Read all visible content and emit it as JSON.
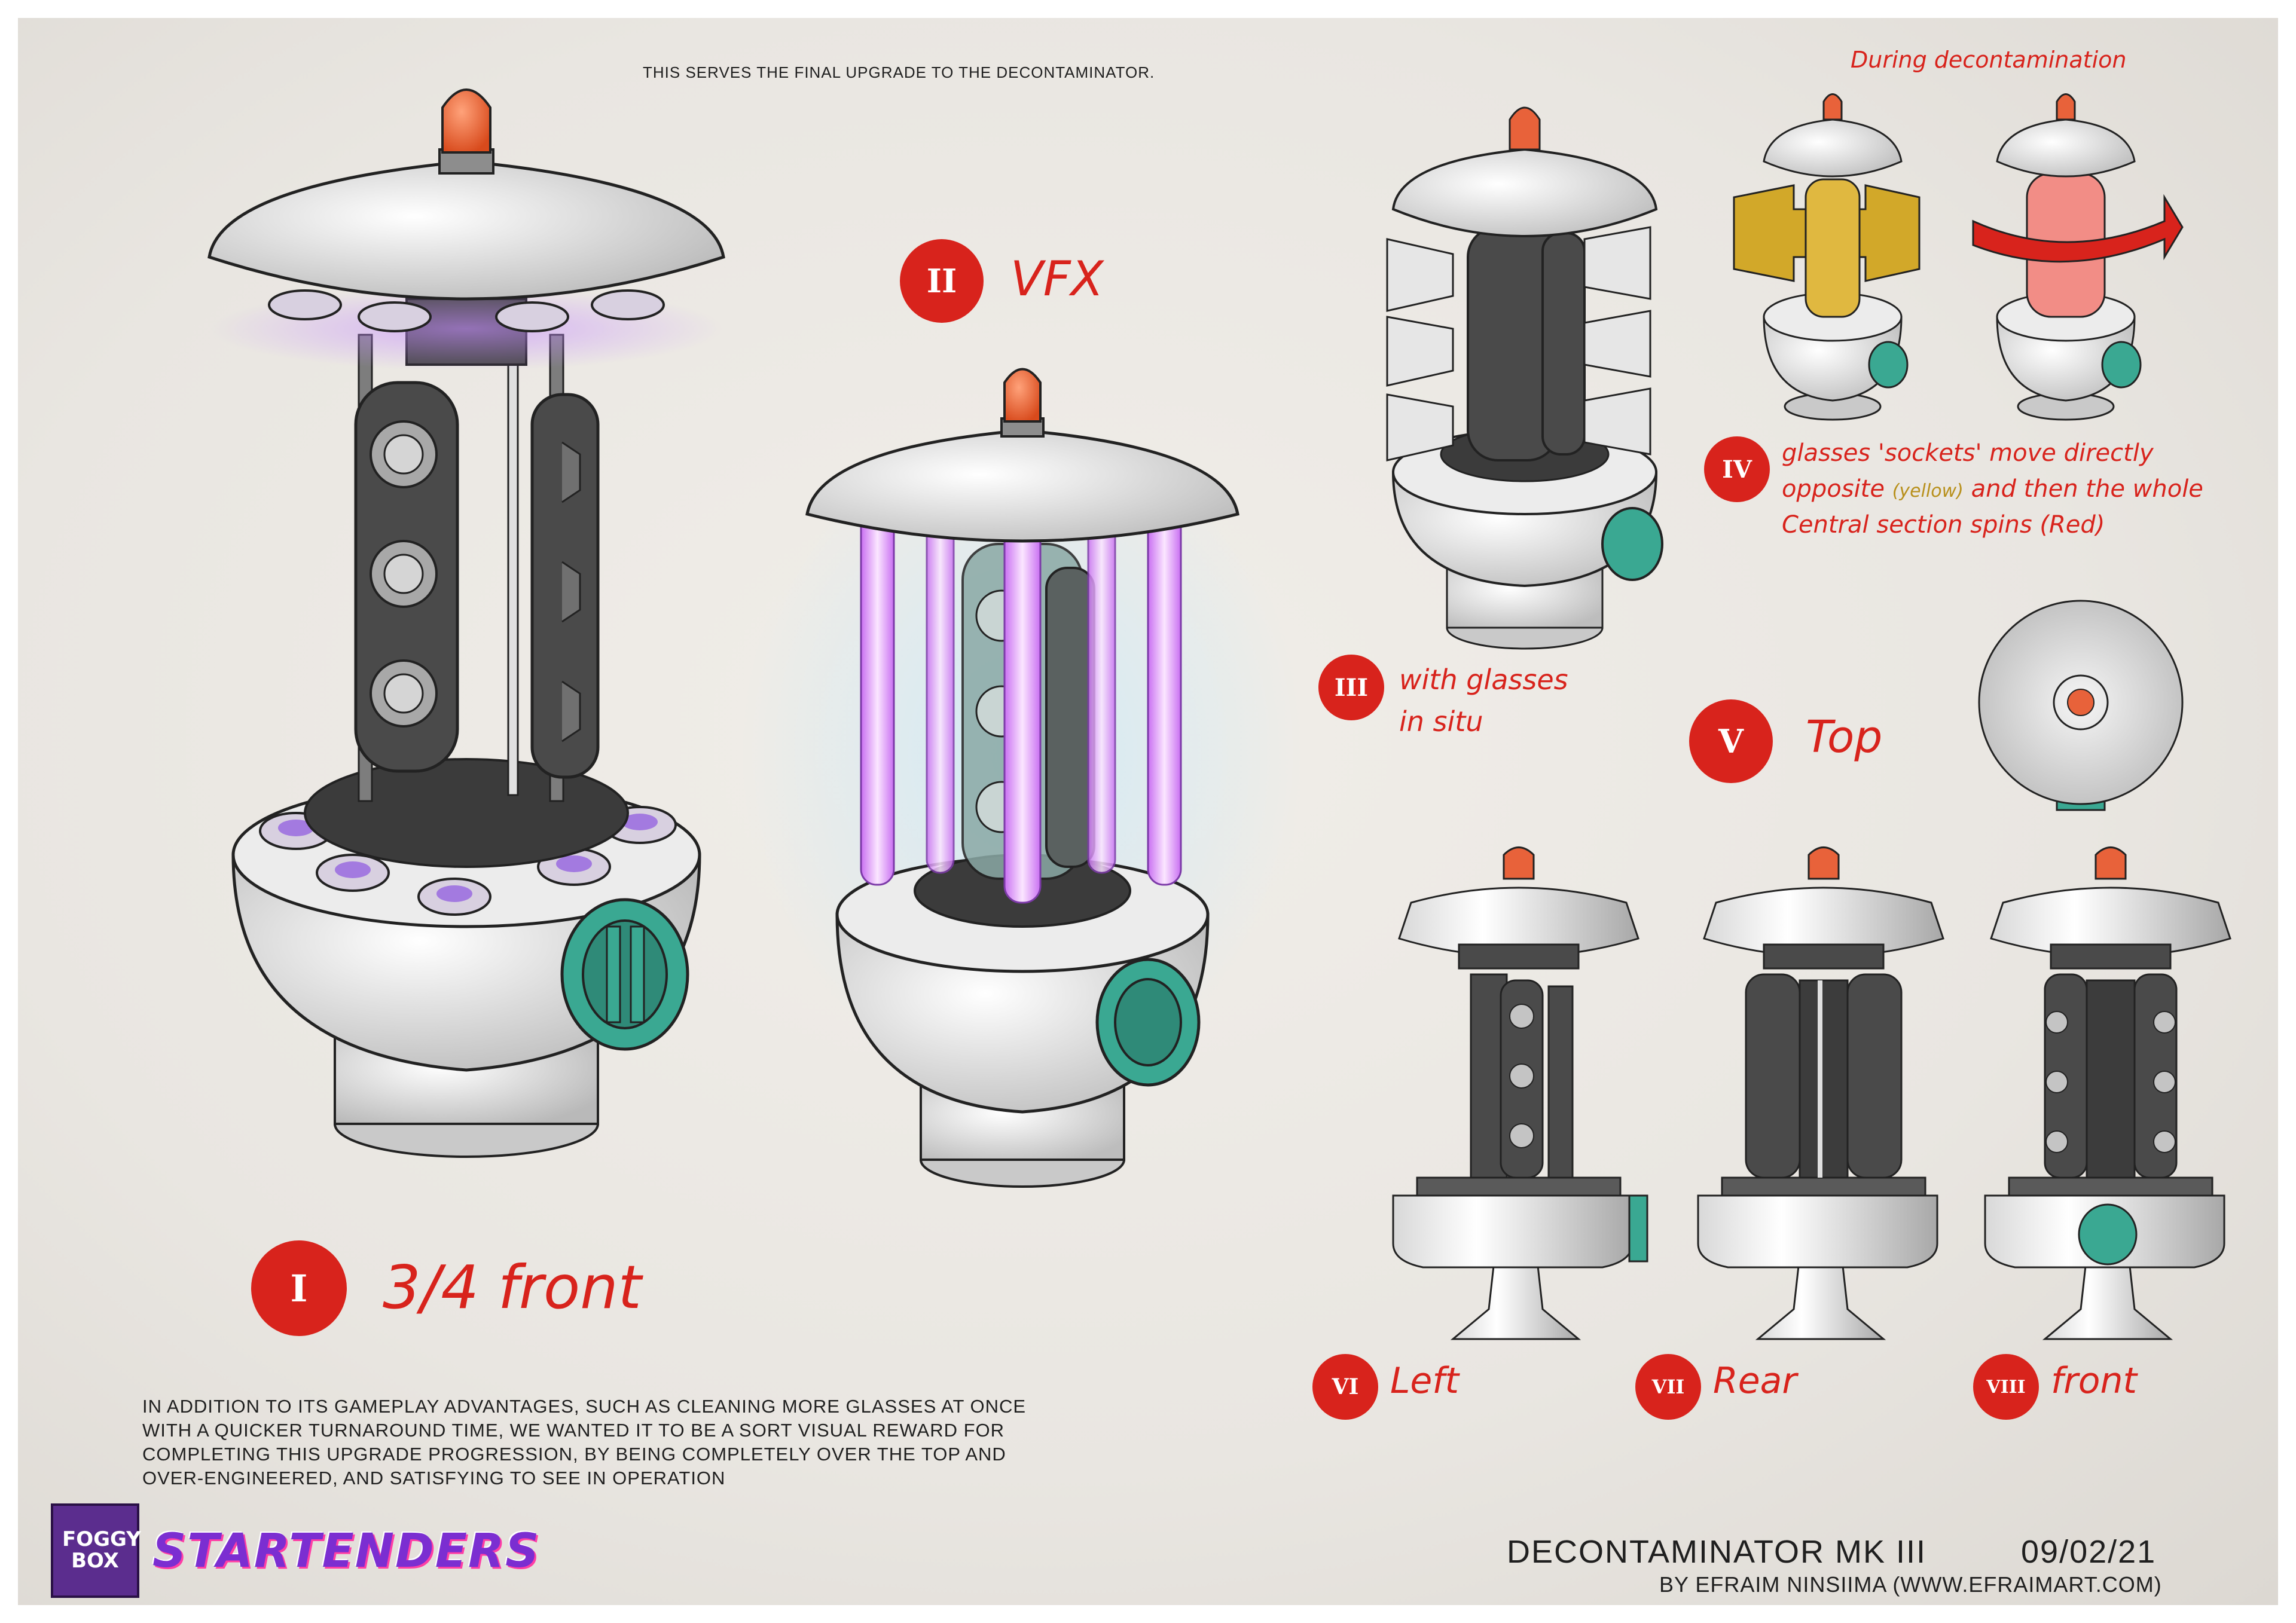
{
  "header": {
    "note": "THIS SERVES THE FINAL UPGRADE TO THE DECONTAMINATOR."
  },
  "views": {
    "view1": {
      "badge": "I",
      "label": "3/4 front"
    },
    "view2": {
      "badge": "II",
      "label": "VFX"
    },
    "view3": {
      "badge": "III",
      "label_line1": "with glasses",
      "label_line2": "in situ"
    },
    "view4": {
      "title": "During decontamination",
      "badge": "IV",
      "line1": "glasses 'sockets' move directly",
      "line2_a": "opposite",
      "line2_yellow": "(yellow)",
      "line2_b": "and then the whole",
      "line3": "Central section spins (Red)"
    },
    "view5": {
      "badge": "V",
      "label": "Top"
    },
    "view6": {
      "badge": "VI",
      "label": "Left"
    },
    "view7": {
      "badge": "VII",
      "label": "Rear"
    },
    "view8": {
      "badge": "VIII",
      "label": "front"
    }
  },
  "description": {
    "line1": "IN ADDITION TO ITS GAMEPLAY ADVANTAGES, SUCH AS CLEANING MORE GLASSES AT ONCE",
    "line2": "WITH A QUICKER TURNAROUND TIME,  WE WANTED IT TO BE A SORT VISUAL REWARD FOR",
    "line3": "COMPLETING THIS UPGRADE PROGRESSION, BY BEING COMPLETELY OVER THE TOP AND",
    "line4": "OVER-ENGINEERED, AND SATISFYING TO SEE IN OPERATION"
  },
  "logos": {
    "studio": "FOGGY BOX",
    "game": "STARTENDERS"
  },
  "footer": {
    "title": "DECONTAMINATOR MK III",
    "date": "09/02/21",
    "credit": "BY EFRAIM NINSIIMA (WWW.EFRAIMART.COM)"
  },
  "colors": {
    "annotation_red": "#d8231c",
    "highlight_yellow": "#b8901c",
    "teal_valve": "#3aa892",
    "beacon_orange": "#e8623a",
    "uv_purple": "#b070e0"
  }
}
